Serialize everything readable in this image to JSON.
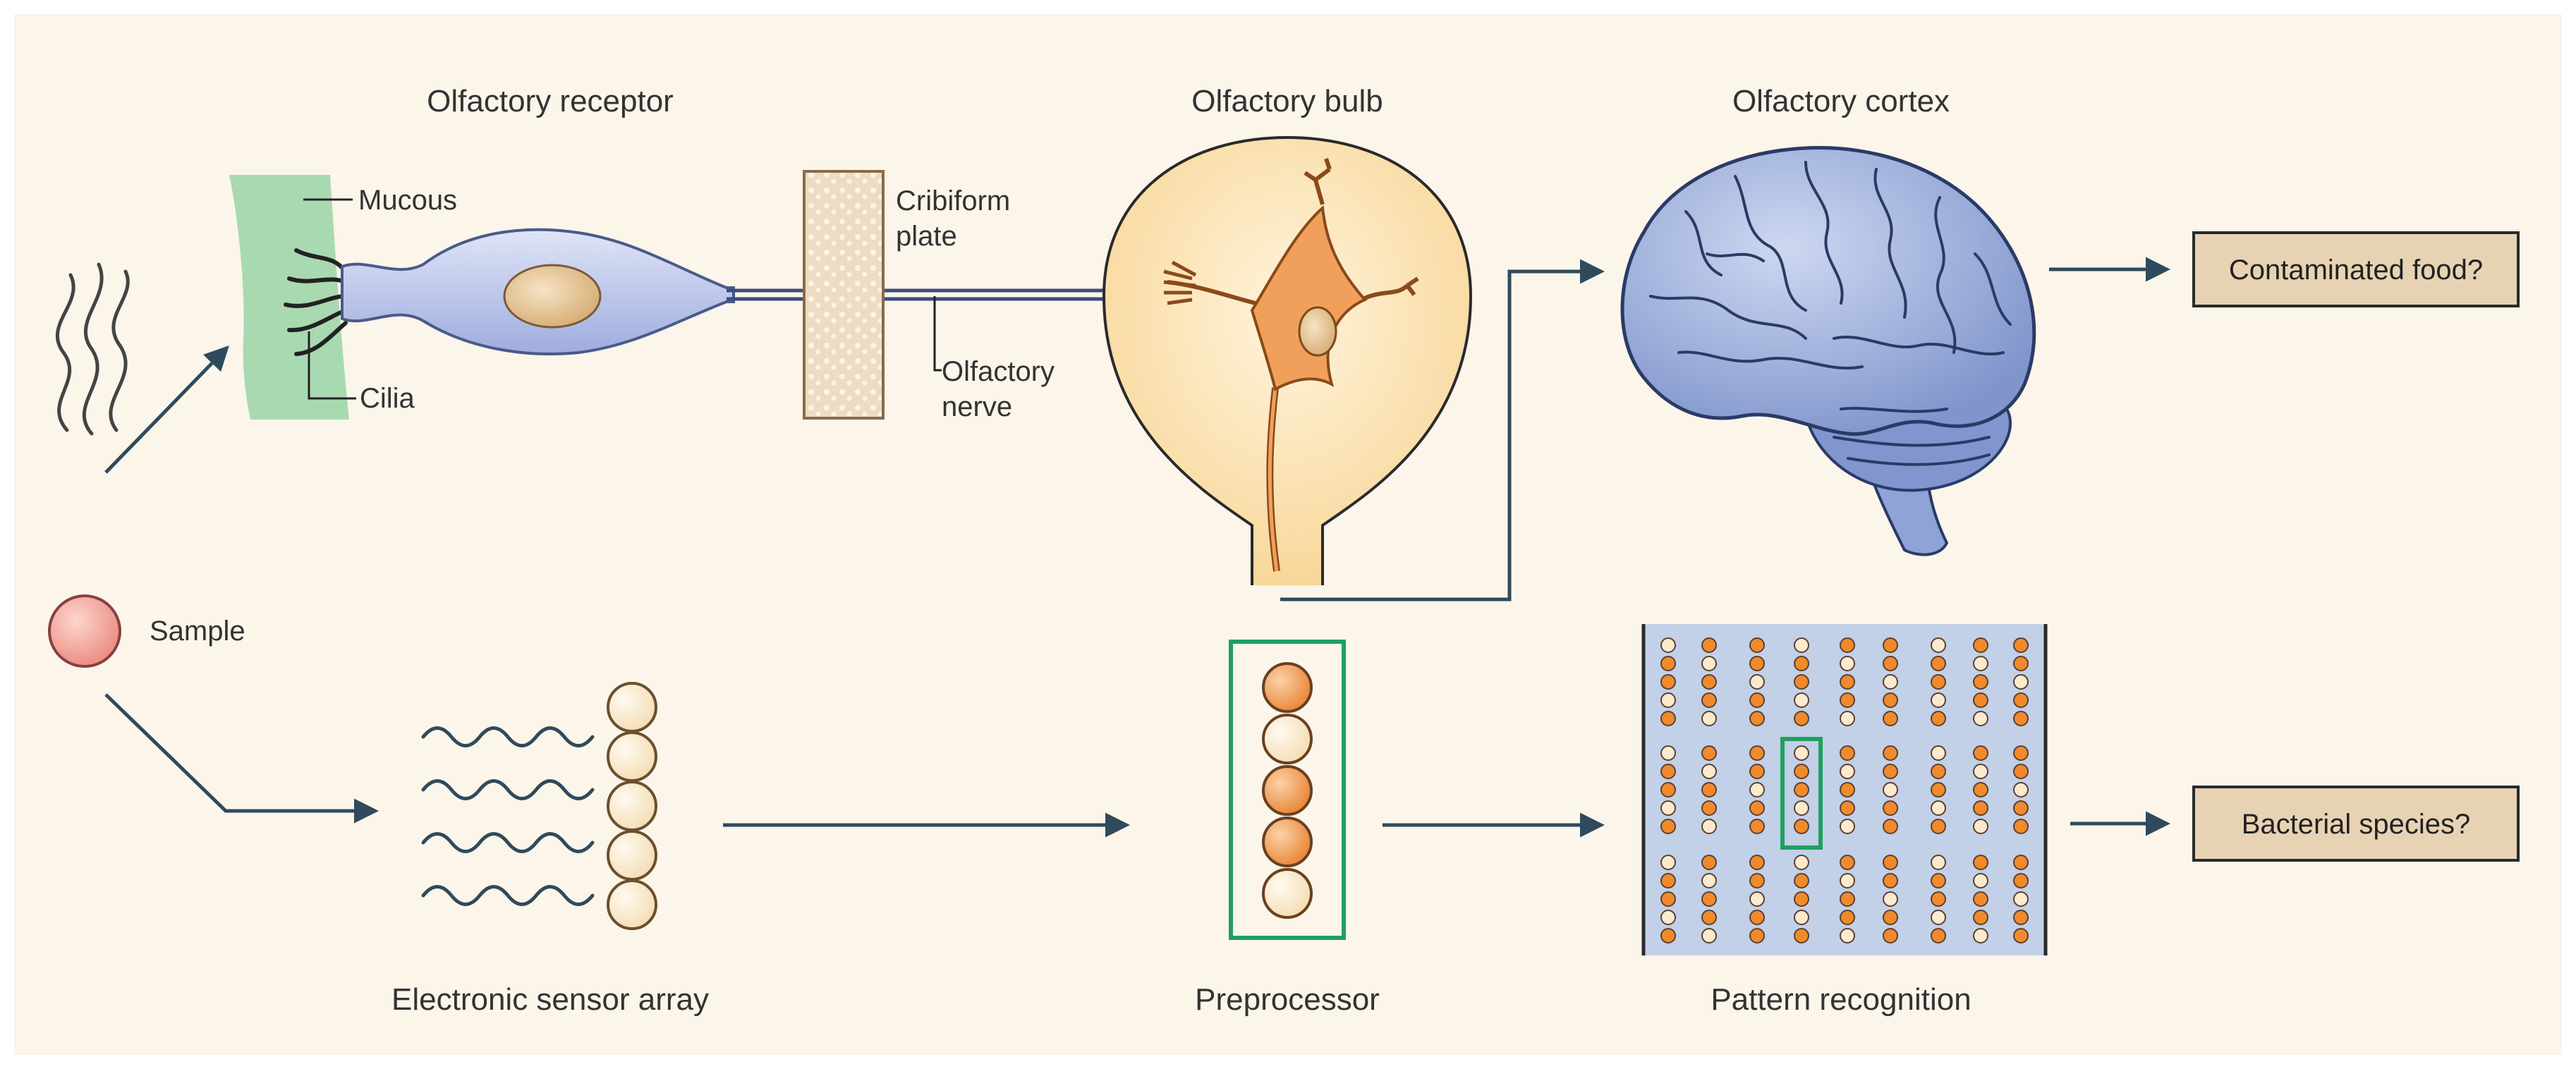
{
  "labels": {
    "olfactory_receptor": "Olfactory receptor",
    "olfactory_bulb": "Olfactory bulb",
    "olfactory_cortex": "Olfactory cortex",
    "mucous": "Mucous",
    "cilia": "Cilia",
    "cribiform_line1": "Cribiform",
    "cribiform_line2": "plate",
    "nerve_line1": "Olfactory",
    "nerve_line2": "nerve",
    "sample": "Sample",
    "sensor_array": "Electronic sensor array",
    "preprocessor": "Preprocessor",
    "pattern_recognition": "Pattern recognition",
    "contaminated_food": "Contaminated food?",
    "bacterial_species": "Bacterial species?"
  },
  "colors": {
    "background": "#fbf5ea",
    "mucous": "#a9d9b0",
    "cell_body": "#b9c4ea",
    "nucleus": "#e9cca0",
    "bulb_fill": "#fcdfa7",
    "neuron_orange": "#f1a05c",
    "brain": "#9fb3df",
    "output_box": "#e7d3b4",
    "arrow": "#2f4a5c",
    "highlight": "#1fa060",
    "grid_bg": "#c2d0e8",
    "dot_orange": "#f08a2c",
    "dot_cream": "#fbeacd",
    "sample": "#f4a29a"
  },
  "preprocessor_pattern": [
    1,
    0,
    1,
    1,
    0
  ],
  "icons": [
    "odor-wave-icon",
    "brain-icon",
    "neuron-icon",
    "receptor-cell-icon"
  ]
}
